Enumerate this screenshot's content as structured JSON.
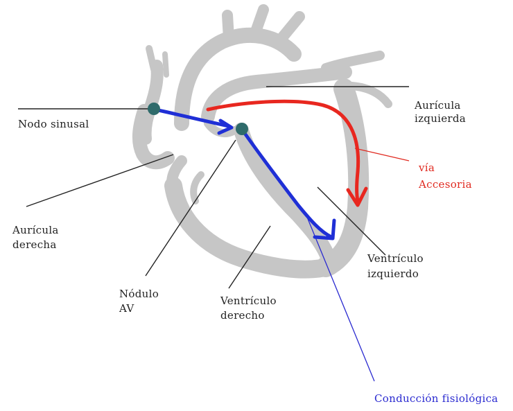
{
  "labels": {
    "sa_node": "Nodo sinusal",
    "left_atrium_line1": "Aurícula",
    "left_atrium_line2": "izquierda",
    "accessory_line1": "vía",
    "accessory_line2": "Accesoria",
    "right_atrium_line1": "Aurícula",
    "right_atrium_line2": "derecha",
    "left_ventricle_line1": "Ventrículo",
    "left_ventricle_line2": "izquierdo",
    "av_node_line1": "Nódulo",
    "av_node_line2": "AV",
    "right_ventricle_line1": "Ventrículo",
    "right_ventricle_line2": "derecho",
    "physiologic_conduction": "Conducción fisiológica"
  },
  "colors": {
    "heart": "#c6c6c6",
    "accessory_pathway": "#e8271f",
    "normal_conduction": "#1f2fd6",
    "node": "#2f6b6b",
    "leader_line": "#222222"
  }
}
